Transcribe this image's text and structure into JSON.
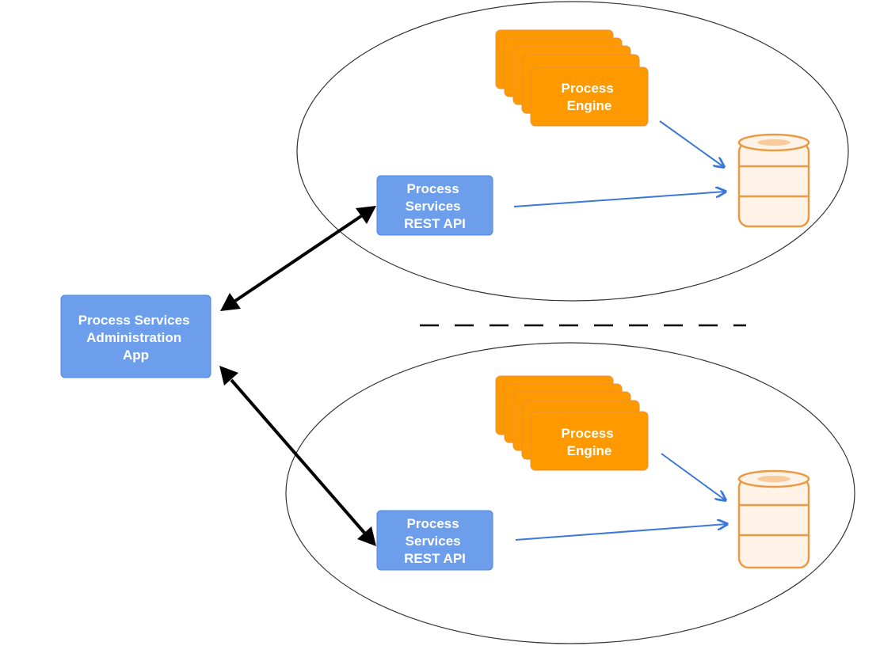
{
  "admin_app": {
    "lines": [
      "Process Services",
      "Administration",
      "App"
    ]
  },
  "clusters": [
    {
      "engine": {
        "lines": [
          "Process",
          "Engine"
        ]
      },
      "rest_api": {
        "lines": [
          "Process",
          "Services",
          "REST API"
        ]
      }
    },
    {
      "engine": {
        "lines": [
          "Process",
          "Engine"
        ]
      },
      "rest_api": {
        "lines": [
          "Process",
          "Services",
          "REST API"
        ]
      }
    }
  ],
  "colors": {
    "blue_box_fill": "#6d9eeb",
    "blue_box_stroke": "#4a86e8",
    "orange_fill": "#ff9900",
    "orange_stroke": "#e69138",
    "db_fill": "#fef3e6",
    "db_stroke": "#ea9a44",
    "arrow_blue": "#3c78d8",
    "arrow_black": "#000000"
  }
}
